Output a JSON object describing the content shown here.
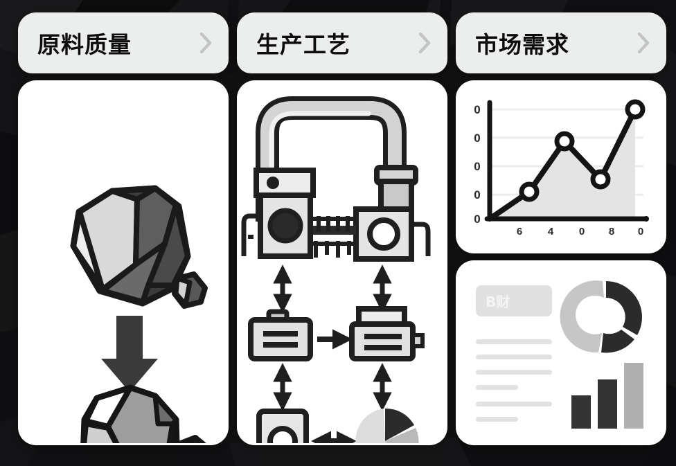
{
  "theme": {
    "background": "#111112",
    "card_surface": "#ffffff",
    "card_header": "#eceeed",
    "ink": "#1c1c1c",
    "ink_dark": "#2b2b2b",
    "gray_light": "#d8d8d8",
    "gray_mid": "#a8a8a8",
    "gray_pale": "#e6e6e6",
    "chevron": "#bdbdbd"
  },
  "cards": [
    {
      "id": "raw-material-quality",
      "title": "原料质量",
      "chevron_icon": "chevron-right-icon",
      "illustration": {
        "name": "raw-rock-to-crushed-rock",
        "top_label": "raw-mineral-rock",
        "arrow_label": "down-arrow",
        "bottom_label": "crushed-rock-pile"
      }
    },
    {
      "id": "production-process",
      "title": "生产工艺",
      "chevron_icon": "chevron-right-icon",
      "illustration": {
        "name": "production-machinery-and-flow",
        "machine_label": "industrial-machine-assembly",
        "flow_nodes": [
          "equipment-box-icon",
          "printer-machine-icon",
          "control-panel-icon",
          "pie-chart-icon"
        ],
        "flow_connectors": [
          "arrow-up-down",
          "arrow-up-down",
          "arrow-right",
          "arrow-up-down",
          "arrow-up-down",
          "arrow-left-right"
        ]
      }
    },
    {
      "id": "market-demand",
      "title": "市场需求",
      "chevron_icon": "chevron-right-icon",
      "panels": [
        {
          "name": "line-chart-panel"
        },
        {
          "name": "report-summary-panel"
        }
      ]
    }
  ],
  "chart_data": [
    {
      "type": "line",
      "name": "market-demand-trend",
      "title": "",
      "xlabel": "",
      "ylabel": "",
      "x": [
        0,
        1,
        2,
        3,
        4,
        5
      ],
      "values": [
        0,
        26,
        68,
        38,
        100,
        100
      ],
      "categories": [
        "",
        "6",
        "4",
        "0",
        "8",
        "0"
      ],
      "ytick_labels": [
        "0",
        "0",
        "0",
        "0",
        "0"
      ],
      "ylim": [
        0,
        110
      ],
      "grid": true,
      "area_fill": "#e4e4e4",
      "line_color": "#1c1c1c",
      "marker": "circle-open",
      "marker_count": 4,
      "legend": "none"
    },
    {
      "type": "pie",
      "name": "process-pie-chart",
      "labels": [
        "segment-a",
        "segment-b",
        "segment-c"
      ],
      "values": [
        27,
        30,
        43
      ],
      "colors": [
        "#2b2b2b",
        "#b9b9b9",
        "#dcdcdc"
      ],
      "legend": "none"
    },
    {
      "type": "pie",
      "name": "report-donut-chart",
      "labels": [
        "segment-a",
        "segment-b",
        "segment-c"
      ],
      "values": [
        38,
        24,
        38
      ],
      "colors": [
        "#c6c6c6",
        "#2b2b2b",
        "#2b2b2b"
      ],
      "donut": true,
      "legend": "none"
    },
    {
      "type": "bar",
      "name": "report-bar-chart",
      "categories": [
        "1",
        "2",
        "3"
      ],
      "values": [
        38,
        66,
        100
      ],
      "colors": [
        "#333333",
        "#333333",
        "#b0b0b0"
      ],
      "ylim": [
        0,
        110
      ],
      "grid": false,
      "legend": "none"
    }
  ],
  "report_panel": {
    "badge_text": "B财",
    "text_lines": [
      {
        "width_pct": 100
      },
      {
        "width_pct": 100
      },
      {
        "width_pct": 100
      },
      {
        "width_pct": 55
      },
      {
        "width_pct": 100
      },
      {
        "width_pct": 55
      }
    ]
  }
}
